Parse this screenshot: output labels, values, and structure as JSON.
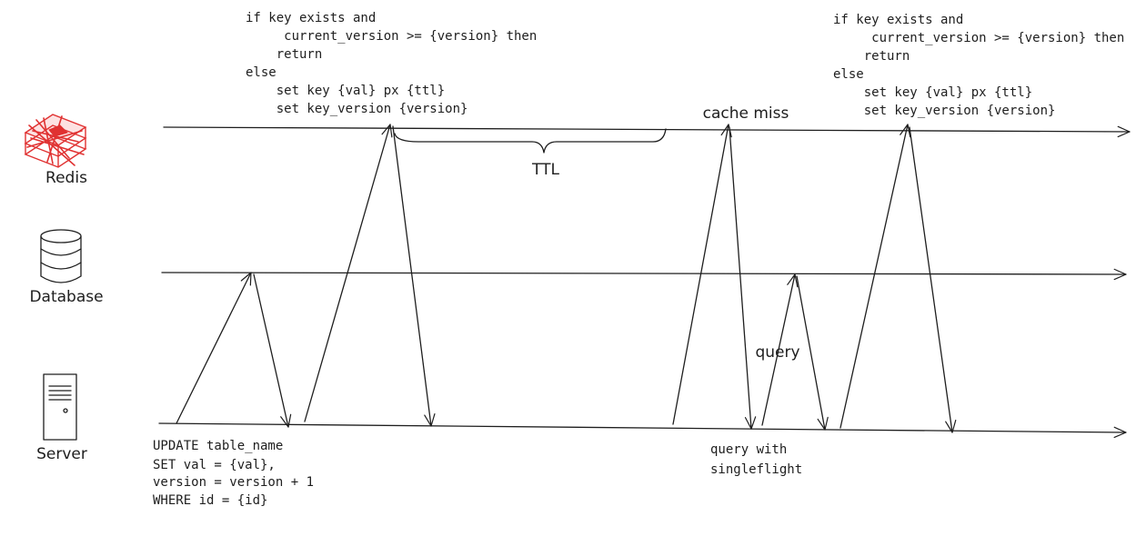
{
  "actors": {
    "redis": "Redis",
    "database": "Database",
    "server": "Server"
  },
  "colors": {
    "ink": "#1e1e1e",
    "redis_logo": "#e03131",
    "background": "#ffffff"
  },
  "icons": {
    "redis": "redis-logo-icon",
    "database": "database-cylinder-icon",
    "server": "server-tower-icon"
  },
  "labels": {
    "ttl": "TTL",
    "cache_miss": "cache miss",
    "query": "query"
  },
  "notes": {
    "update_sql": [
      "UPDATE table_name",
      "SET val = {val},",
      "version = version + 1",
      "WHERE id = {id}"
    ],
    "singleflight": [
      "query with",
      "singleflight"
    ],
    "lua_script_1": [
      "if key exists and",
      "     current_version >= {version} then",
      "    return",
      "else",
      "    set key {val} px {ttl}",
      "    set key_version {version}"
    ],
    "lua_script_2": [
      "if key exists and",
      "     current_version >= {version} then",
      "    return",
      "else",
      "    set key {val} px {ttl}",
      "    set key_version {version}"
    ]
  }
}
